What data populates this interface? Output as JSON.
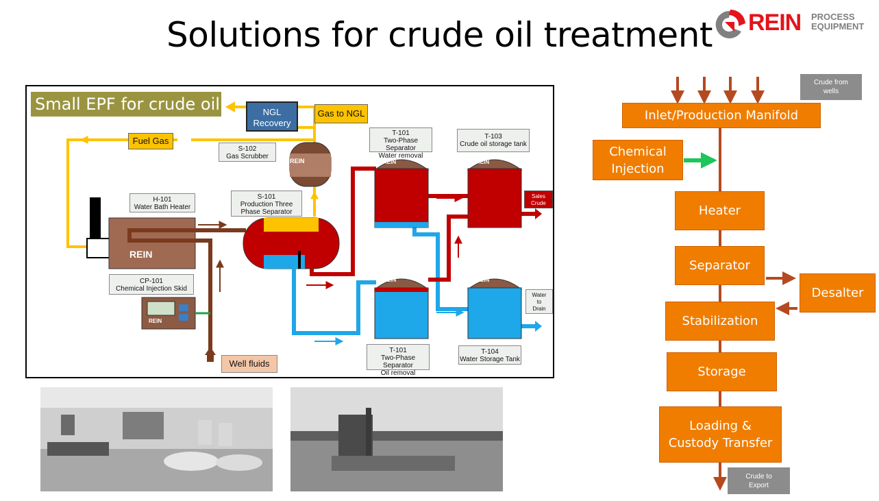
{
  "title": "Solutions for crude oil treatment",
  "logo": {
    "word": "REIN",
    "sub_line1": "PROCESS",
    "sub_line2": "EQUIPMENT"
  },
  "colors": {
    "orange": "#f07d00",
    "oil": "#c00000",
    "water": "#1ea7e9",
    "gas": "#fdc300",
    "brown": "#7a3a1e"
  },
  "schematic": {
    "heading": "Small EPF for crude oil",
    "labels": {
      "ngl": [
        "NGL",
        "Recovery"
      ],
      "gas_to_ngl": "Gas to NGL",
      "fuel_gas": "Fuel Gas",
      "s102": [
        "S-102",
        "Gas Scrubber"
      ],
      "h101": [
        "H-101",
        "Water Bath Heater"
      ],
      "s101": [
        "S-101",
        "Production Three",
        "Phase Separator"
      ],
      "t101a": [
        "T-101",
        "Two-Phase Separator",
        "Water removal"
      ],
      "t103": [
        "T-103",
        "Crude oil storage tank"
      ],
      "sales": [
        "Sales",
        "Crude"
      ],
      "cp101": [
        "CP-101",
        "Chemical Injection Skid"
      ],
      "water_drain": [
        "Water",
        "to",
        "Drain"
      ],
      "well_fluids": "Well fluids",
      "t101b": [
        "T-101",
        "Two-Phase Separator",
        "Oil removal"
      ],
      "t104": [
        "T-104",
        "Water Storage Tank"
      ]
    },
    "vessel_brand": "REIN"
  },
  "flow": {
    "crude_from_wells": [
      "Crude from",
      "wells"
    ],
    "manifold": "Inlet/Production Manifold",
    "chemical": [
      "Chemical",
      "Injection"
    ],
    "heater": "Heater",
    "separator": "Separator",
    "desalter": "Desalter",
    "stabilization": "Stabilization",
    "storage": "Storage",
    "loading": [
      "Loading &",
      "Custody Transfer"
    ],
    "crude_to_export": [
      "Crude to",
      "Export"
    ]
  }
}
